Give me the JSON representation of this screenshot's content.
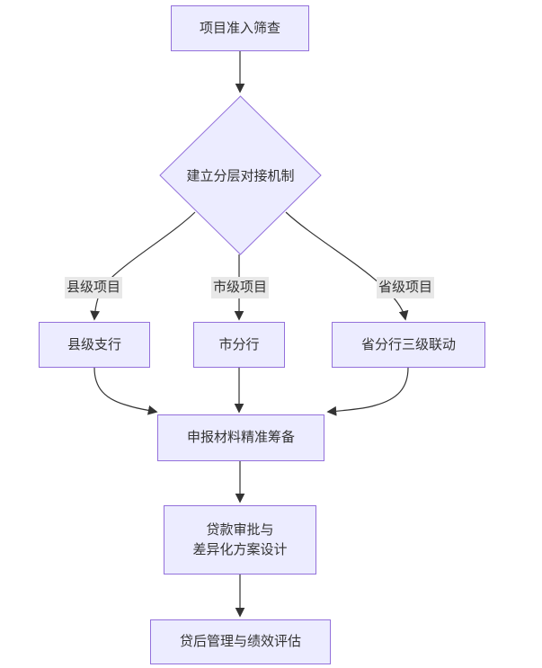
{
  "diagram": {
    "type": "flowchart-top-down",
    "background": "#ffffff",
    "colors": {
      "node_fill": "#ECECFF",
      "node_border": "#9370DB",
      "node_text": "#333333",
      "edge_line": "#333333",
      "edge_label_bg": "#e8e8e8",
      "edge_label_text": "#333333"
    },
    "nodes": [
      {
        "id": "screening",
        "shape": "rectangle",
        "label": "项目准入筛查"
      },
      {
        "id": "mechanism",
        "shape": "diamond",
        "label": "建立分层对接机制"
      },
      {
        "id": "county-branch",
        "shape": "rectangle",
        "label": "县级支行"
      },
      {
        "id": "city-branch",
        "shape": "rectangle",
        "label": "市分行"
      },
      {
        "id": "province-branch",
        "shape": "rectangle",
        "label": "省分行三级联动"
      },
      {
        "id": "materials",
        "shape": "rectangle",
        "label": "申报材料精准筹备"
      },
      {
        "id": "approval",
        "shape": "rectangle",
        "label": "贷款审批与\n差异化方案设计"
      },
      {
        "id": "post-loan",
        "shape": "rectangle",
        "label": "贷后管理与绩效评估"
      }
    ],
    "edge_labels": [
      {
        "id": "county-project",
        "label": "县级项目"
      },
      {
        "id": "city-project",
        "label": "市级项目"
      },
      {
        "id": "province-project",
        "label": "省级项目"
      }
    ],
    "edges": [
      {
        "from": "screening",
        "to": "mechanism",
        "label": ""
      },
      {
        "from": "mechanism",
        "to": "county-branch",
        "label": "县级项目"
      },
      {
        "from": "mechanism",
        "to": "city-branch",
        "label": "市级项目"
      },
      {
        "from": "mechanism",
        "to": "province-branch",
        "label": "省级项目"
      },
      {
        "from": "county-branch",
        "to": "materials",
        "label": ""
      },
      {
        "from": "city-branch",
        "to": "materials",
        "label": ""
      },
      {
        "from": "province-branch",
        "to": "materials",
        "label": ""
      },
      {
        "from": "materials",
        "to": "approval",
        "label": ""
      },
      {
        "from": "approval",
        "to": "post-loan",
        "label": ""
      }
    ]
  }
}
